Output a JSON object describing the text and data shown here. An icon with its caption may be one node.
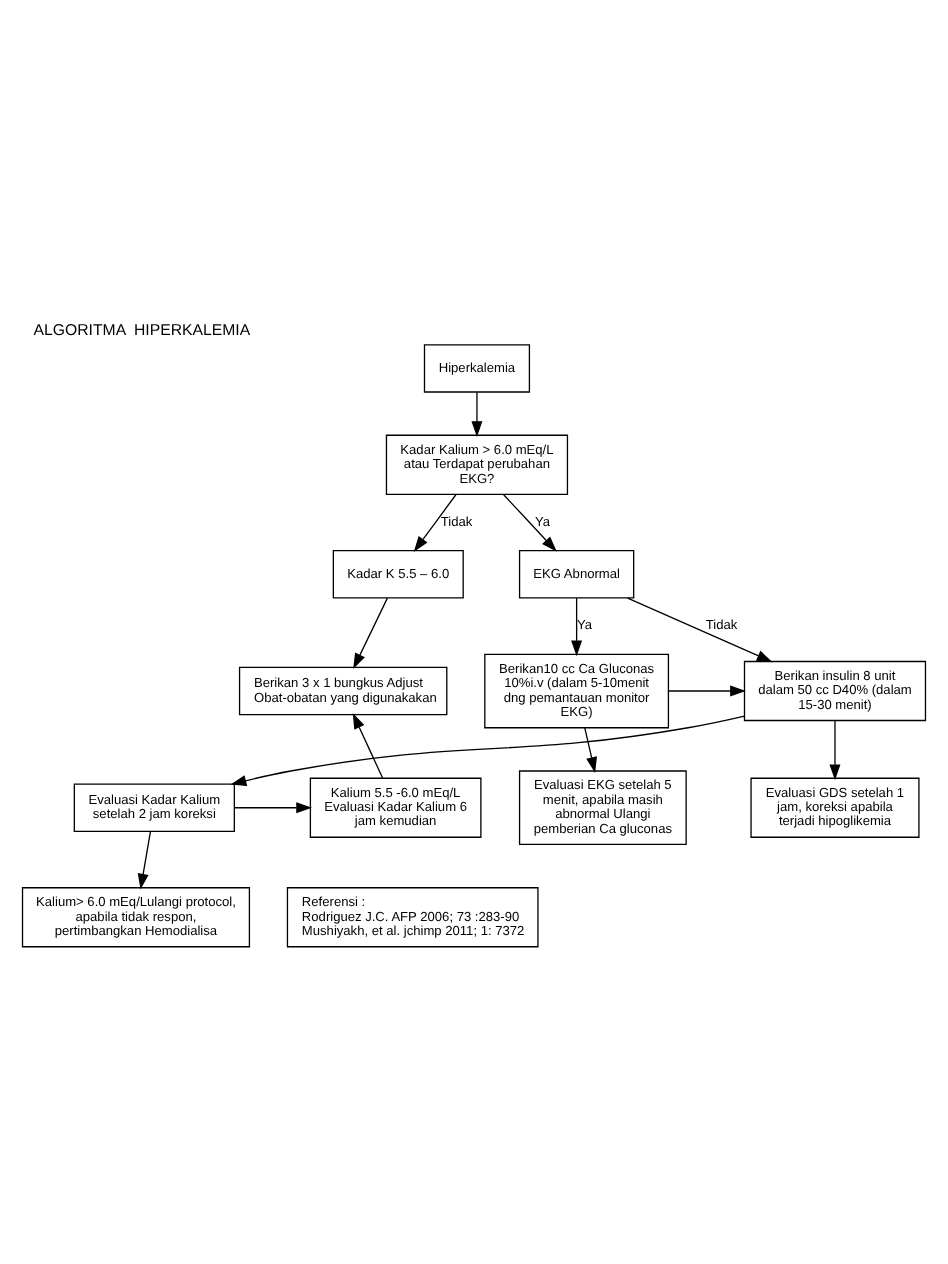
{
  "diagram": {
    "title": "ALGORITMA  HIPERKALEMIA",
    "nodes": [
      {
        "text": [
          "Hiperkalemia"
        ]
      },
      {
        "text": [
          "Kadar Kalium > 6.0 mEq/L atau Terdapat perubahan EKG?"
        ]
      },
      {
        "text": [
          "Kadar K 5.5 – 6.0"
        ]
      },
      {
        "text": [
          "EKG Abnormal"
        ]
      },
      {
        "text": [
          "Berikan 3 x 1 bungkus Adjust Obat-obatan yang digunakakan"
        ]
      },
      {
        "text": [
          "Berikan insulin 8 unit dalam 50 cc D40% (dalam 15-30 menit)"
        ]
      },
      {
        "text": [
          "Berikan10 cc Ca Gluconas 10%i.v (dalam 5-10menit dng pemantauan monitor EKG)"
        ]
      },
      {
        "text": [
          "Evaluasi GDS setelah 1 jam, koreksi apabila terjadi hipoglikemia"
        ]
      },
      {
        "text": [
          "Evaluasi EKG setelah 5 menit, apabila masih abnormal Ulangi pemberian Ca gluconas"
        ]
      },
      {
        "text": [
          "Evaluasi Kadar Kalium setelah 2 jam koreksi"
        ]
      },
      {
        "text": [
          "Kalium 5.5 -6.0 mEq/L Evaluasi Kadar Kalium 6 jam kemudian"
        ]
      },
      {
        "text": [
          "Kalium> 6.0 mEq/Lulangi protocol, apabila tidak respon, pertimbangkan Hemodialisa"
        ]
      },
      {
        "text": [
          "Referensi :",
          "Rodriguez J.C. AFP 2006; 73 :283-90",
          "Mushiyakh, et al. jchimp 2011; 1: 7372"
        ]
      }
    ],
    "edges": [
      {
        "from": 0,
        "to": 1,
        "arrow": "to"
      },
      {
        "from": 1,
        "to": 2,
        "arrow": "to",
        "label": "Tidak"
      },
      {
        "from": 1,
        "to": 3,
        "arrow": "to",
        "label": "Ya"
      },
      {
        "from": 2,
        "to": 4,
        "arrow": "to"
      },
      {
        "from": 3,
        "to": 5,
        "arrow": "to",
        "label": "Tidak"
      },
      {
        "from": 3,
        "to": 6,
        "arrow": "to",
        "label": "Ya"
      },
      {
        "from": 6,
        "to": 5,
        "arrow": "to"
      },
      {
        "from": 5,
        "to": 7,
        "arrow": "to"
      },
      {
        "from": 6,
        "to": 8,
        "arrow": "to"
      },
      {
        "from": 5,
        "to": 9,
        "arrow": "to"
      },
      {
        "from": 9,
        "to": 10,
        "arrow": "to"
      },
      {
        "from": 9,
        "to": 11,
        "arrow": "to"
      },
      {
        "from": 10,
        "to": 4,
        "arrow": "to"
      }
    ]
  }
}
